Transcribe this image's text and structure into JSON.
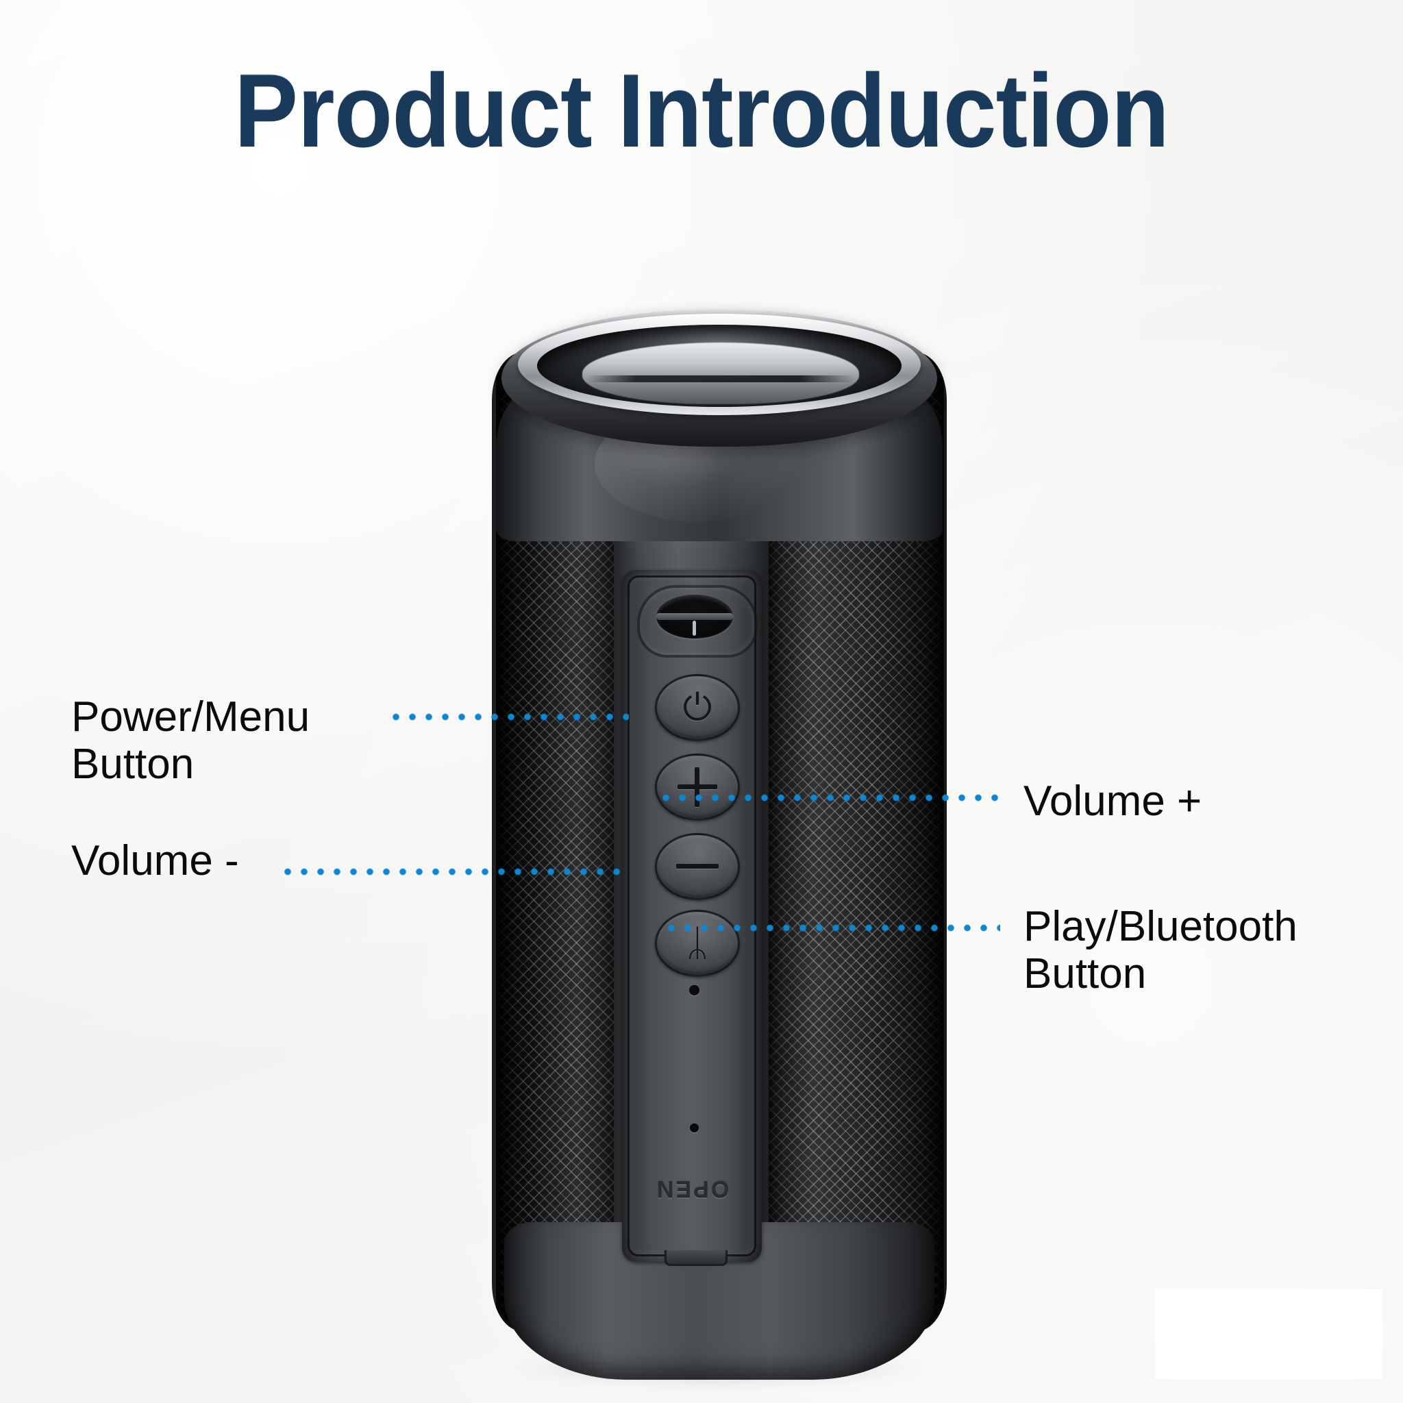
{
  "page": {
    "title": "Product Introduction",
    "background_color": "#f5f5f3",
    "title_color": "#1a3a5c",
    "leader_color": "#0e86d0",
    "label_color": "#0b0b0b"
  },
  "product": {
    "type": "portable-bluetooth-speaker",
    "body_color": "#2d3033",
    "grille_color": "#131415",
    "accent_ring_color": "#d9dbde",
    "port_cover_text": "OPEN"
  },
  "callouts": [
    {
      "id": "power-menu",
      "label": "Power/Menu\nButton",
      "side": "left",
      "target_button": "power",
      "glyph": "⏻"
    },
    {
      "id": "volume-down",
      "label": "Volume -",
      "side": "left",
      "target_button": "volume-down",
      "glyph": "−"
    },
    {
      "id": "volume-up",
      "label": "Volume +",
      "side": "right",
      "target_button": "volume-up",
      "glyph": "+"
    },
    {
      "id": "play-bluetooth",
      "label": "Play/Bluetooth\nButton",
      "side": "right",
      "target_button": "play-bluetooth",
      "glyph": "ᛦ"
    }
  ],
  "buttons": {
    "power_glyph": "⏻",
    "play_glyph": "ᛦ"
  },
  "watermark": {
    "visible": true,
    "color": "#ffffff"
  }
}
